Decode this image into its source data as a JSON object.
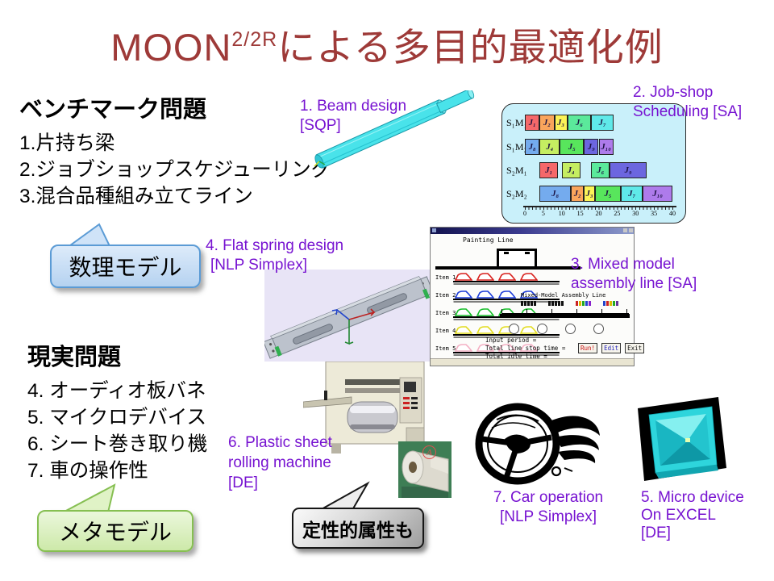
{
  "title": {
    "prefix": "MOON",
    "superscript": "2/2R",
    "suffix": "による多目的最適化例"
  },
  "colors": {
    "title": "#9E3A38",
    "label_purple": "#7713D1",
    "callout_blue_border": "#5B9BD5",
    "callout_green_border": "#86BF52",
    "gantt_background": "#C9F0FA"
  },
  "benchmark": {
    "heading": "ベンチマーク問題",
    "items": [
      "1.片持ち梁",
      "2.ジョブショップスケジューリング",
      "3.混合品種組み立てライン"
    ]
  },
  "real": {
    "heading": "現実問題",
    "items": [
      "4. オーディオ板バネ",
      "5. マイクロデバイス",
      "6. シート巻き取り機",
      "7. 車の操作性"
    ]
  },
  "callouts": {
    "math_model": "数理モデル",
    "meta_model": "メタモデル",
    "qualitative": "定性的属性も"
  },
  "labels": {
    "beam": {
      "line1": "1. Beam design",
      "line2": "[SQP]"
    },
    "jobshop": {
      "line1": "2. Job-shop",
      "line2": "Scheduling [SA]"
    },
    "mixed": {
      "line1": "3. Mixed model",
      "line2": "assembly line [SA]"
    },
    "spring": {
      "line1": "4. Flat spring design",
      "line2": "[NLP Simplex]"
    },
    "rolling": {
      "line1": "6. Plastic sheet",
      "line2": "rolling machine",
      "line3": "[DE]"
    },
    "car": {
      "line1": "7. Car operation",
      "line2": "[NLP Simplex]"
    },
    "micro": {
      "line1": "5. Micro device",
      "line2": "On EXCEL",
      "line3": "[DE]"
    }
  },
  "chart_data": {
    "type": "gantt",
    "title": "",
    "xlabel": "",
    "xlim": [
      0,
      40
    ],
    "xticks": [
      0,
      5,
      10,
      15,
      20,
      25,
      30,
      35,
      40
    ],
    "machines": [
      "S₁M₁",
      "S₁M₂",
      "S₂M₁",
      "S₂M₂"
    ],
    "rows": [
      {
        "machine": "S₁M₁",
        "tasks": [
          {
            "job": "J₁",
            "start": 0,
            "end": 4,
            "color": "#F5686A"
          },
          {
            "job": "J₂",
            "start": 4,
            "end": 8,
            "color": "#FAA55C"
          },
          {
            "job": "J₃",
            "start": 8,
            "end": 11.5,
            "color": "#FBF357"
          },
          {
            "job": "J₆",
            "start": 11.5,
            "end": 18,
            "color": "#5BE99B"
          },
          {
            "job": "J₇",
            "start": 18,
            "end": 24,
            "color": "#5FE9E9"
          }
        ]
      },
      {
        "machine": "S₁M₂",
        "tasks": [
          {
            "job": "J₈",
            "start": 0,
            "end": 4,
            "color": "#74ABEE"
          },
          {
            "job": "J₄",
            "start": 4,
            "end": 9.5,
            "color": "#C5EE61"
          },
          {
            "job": "J₅",
            "start": 9.5,
            "end": 16,
            "color": "#58E65C"
          },
          {
            "job": "J₉",
            "start": 16,
            "end": 20,
            "color": "#6C66DF"
          },
          {
            "job": "J₁₀",
            "start": 20,
            "end": 24,
            "color": "#AE7BEB"
          }
        ]
      },
      {
        "machine": "S₂M₁",
        "tasks": [
          {
            "job": "J₁",
            "start": 4,
            "end": 9,
            "color": "#F5686A"
          },
          {
            "job": "J₄",
            "start": 10,
            "end": 15,
            "color": "#C5EE61"
          },
          {
            "job": "J₆",
            "start": 18,
            "end": 23,
            "color": "#5BE99B"
          },
          {
            "job": "J₉",
            "start": 23,
            "end": 33,
            "color": "#6C66DF"
          }
        ]
      },
      {
        "machine": "S₂M₂",
        "tasks": [
          {
            "job": "J₈",
            "start": 4,
            "end": 12.5,
            "color": "#74ABEE"
          },
          {
            "job": "J₂",
            "start": 12.5,
            "end": 16,
            "color": "#FAA55C"
          },
          {
            "job": "J₃",
            "start": 16,
            "end": 19,
            "color": "#FBF357"
          },
          {
            "job": "J₅",
            "start": 19,
            "end": 26,
            "color": "#58E65C"
          },
          {
            "job": "J₇",
            "start": 26,
            "end": 32,
            "color": "#5FE9E9"
          },
          {
            "job": "J₁₀",
            "start": 32,
            "end": 40,
            "color": "#AE7BEB"
          }
        ]
      }
    ]
  },
  "assembly_window": {
    "painting_label": "Painting Line",
    "items": [
      {
        "label": "Item 1",
        "color": "#D8201C"
      },
      {
        "label": "Item 2",
        "color": "#1C3CD8"
      },
      {
        "label": "Item 3",
        "color": "#16BE2A"
      },
      {
        "label": "Item 4",
        "color": "#E2DC20"
      },
      {
        "label": "Item 5",
        "color": "#F4B0C4"
      }
    ],
    "line_title": "Mixed-Model Assembly Line",
    "groups": [
      [
        "#111111",
        "#111111",
        "#111111",
        "#111111",
        "#111111"
      ],
      [
        "#111111",
        "#111111",
        "#111111",
        "#111111",
        "#111111"
      ],
      [
        "#CC2222",
        "#DDBB00",
        "#22AA22",
        "#2244CC",
        "#8822CC"
      ],
      [
        "#2244CC",
        "#CC2222",
        "#DDBB00",
        "#22AA22",
        "#663399"
      ]
    ],
    "info_lines": [
      "Input period =",
      "Total line stop time =",
      "Total idle time ="
    ],
    "buttons": [
      {
        "label": "Run!",
        "color": "#CC1111"
      },
      {
        "label": "Edit",
        "color": "#2222BB"
      },
      {
        "label": "Exit",
        "color": "#111111"
      }
    ]
  },
  "roll_photo": {
    "marker": "A"
  }
}
